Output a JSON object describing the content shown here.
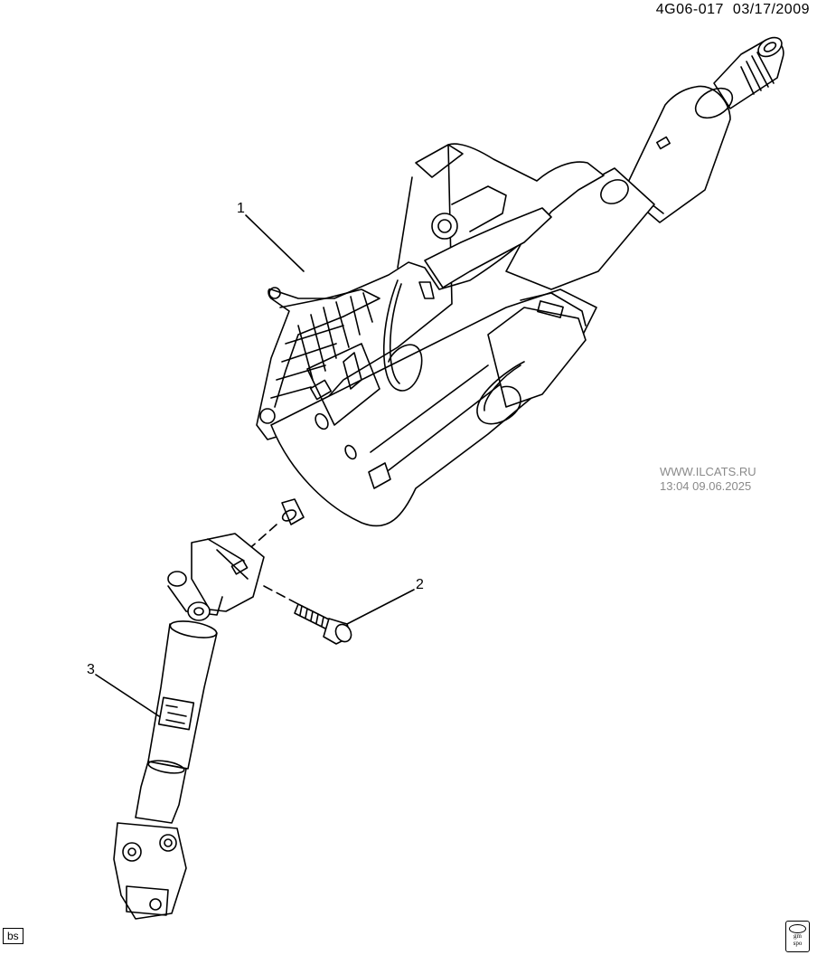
{
  "header": {
    "code": "4G06-017",
    "date": "03/17/2009"
  },
  "watermark": {
    "line1": "WWW.ILCATS.RU",
    "line2": "13:04 09.06.2025"
  },
  "callouts": [
    {
      "number": "1"
    },
    {
      "number": "2"
    },
    {
      "number": "3"
    }
  ],
  "footer": {
    "badge": "bs",
    "logo_text": "gm\nspo"
  },
  "colors": {
    "line": "#000000",
    "background": "#ffffff",
    "watermark": "#8a8a8a"
  }
}
